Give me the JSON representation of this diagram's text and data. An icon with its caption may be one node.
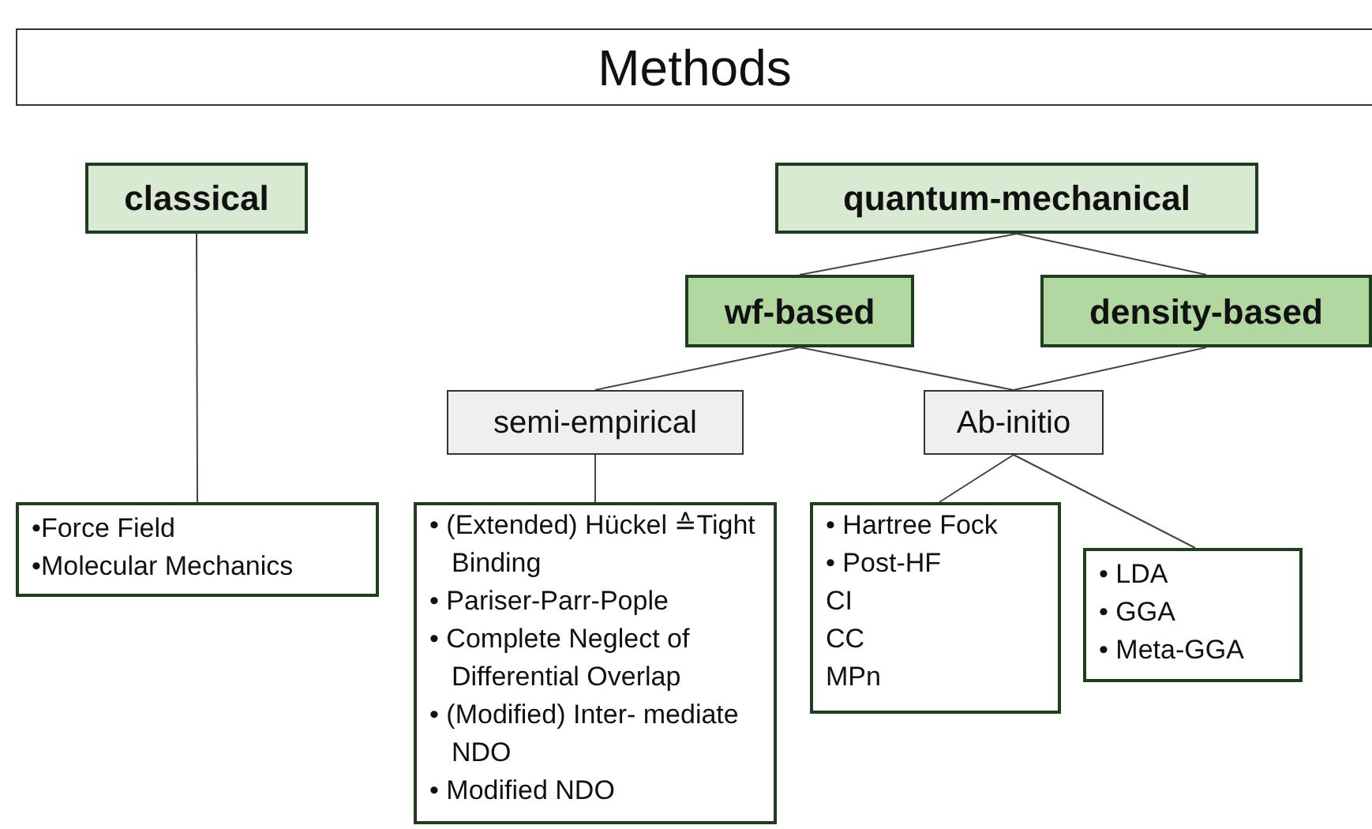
{
  "diagram": {
    "title": "Methods",
    "nodes": [
      {
        "text": [
          "classical"
        ]
      },
      {
        "text": [
          "quantum-mechanical"
        ]
      },
      {
        "text": [
          "wf-based"
        ]
      },
      {
        "text": [
          "density-based"
        ]
      },
      {
        "text": [
          "semi-empirical"
        ]
      },
      {
        "text": [
          "Ab-initio"
        ]
      },
      {
        "text": [
          "•Force Field",
          "•Molecular Mechanics"
        ]
      },
      {
        "text": [
          "• (Extended) Hückel ≙Tight Binding",
          "• Pariser-Parr-Pople",
          "• Complete Neglect of Differential Overlap",
          "• (Modified) Inter- mediate NDO",
          "• Modified NDO"
        ]
      },
      {
        "text": [
          "• Hartree Fock",
          "• Post-HF",
          "CI",
          "CC",
          "MPn"
        ]
      },
      {
        "text": [
          "• LDA",
          "• GGA",
          "• Meta-GGA"
        ]
      }
    ],
    "edges": [
      {
        "from": 1,
        "to": 2,
        "arrow": "none"
      },
      {
        "from": 1,
        "to": 3,
        "arrow": "none"
      },
      {
        "from": 2,
        "to": 4,
        "arrow": "none"
      },
      {
        "from": 2,
        "to": 5,
        "arrow": "none"
      },
      {
        "from": 3,
        "to": 5,
        "arrow": "none"
      },
      {
        "from": 0,
        "to": 6,
        "arrow": "none"
      },
      {
        "from": 4,
        "to": 7,
        "arrow": "none"
      },
      {
        "from": 5,
        "to": 8,
        "arrow": "none"
      },
      {
        "from": 5,
        "to": 9,
        "arrow": "none"
      }
    ]
  }
}
